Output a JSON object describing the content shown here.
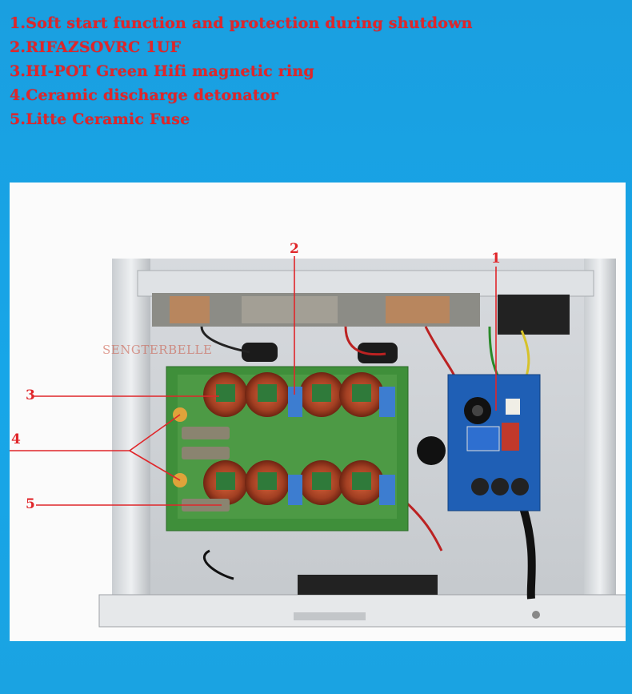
{
  "features": [
    "1.Soft start function and protection during shutdown",
    "2.RIFAZSOVRC 1UF",
    "3.HI-POT Green Hifi magnetic ring",
    "4.Ceramic discharge detonator",
    "5.Litte Ceramic Fuse"
  ],
  "callouts": {
    "c1": "1",
    "c2": "2",
    "c3": "3",
    "c4": "4",
    "c5": "5"
  },
  "watermark": "SENGTERBELLE",
  "colors": {
    "background": "#1aa3e2",
    "callout_red": "#e0262a",
    "pcb_green": "#3f8f3a",
    "relay_blue": "#1f5fb5"
  }
}
